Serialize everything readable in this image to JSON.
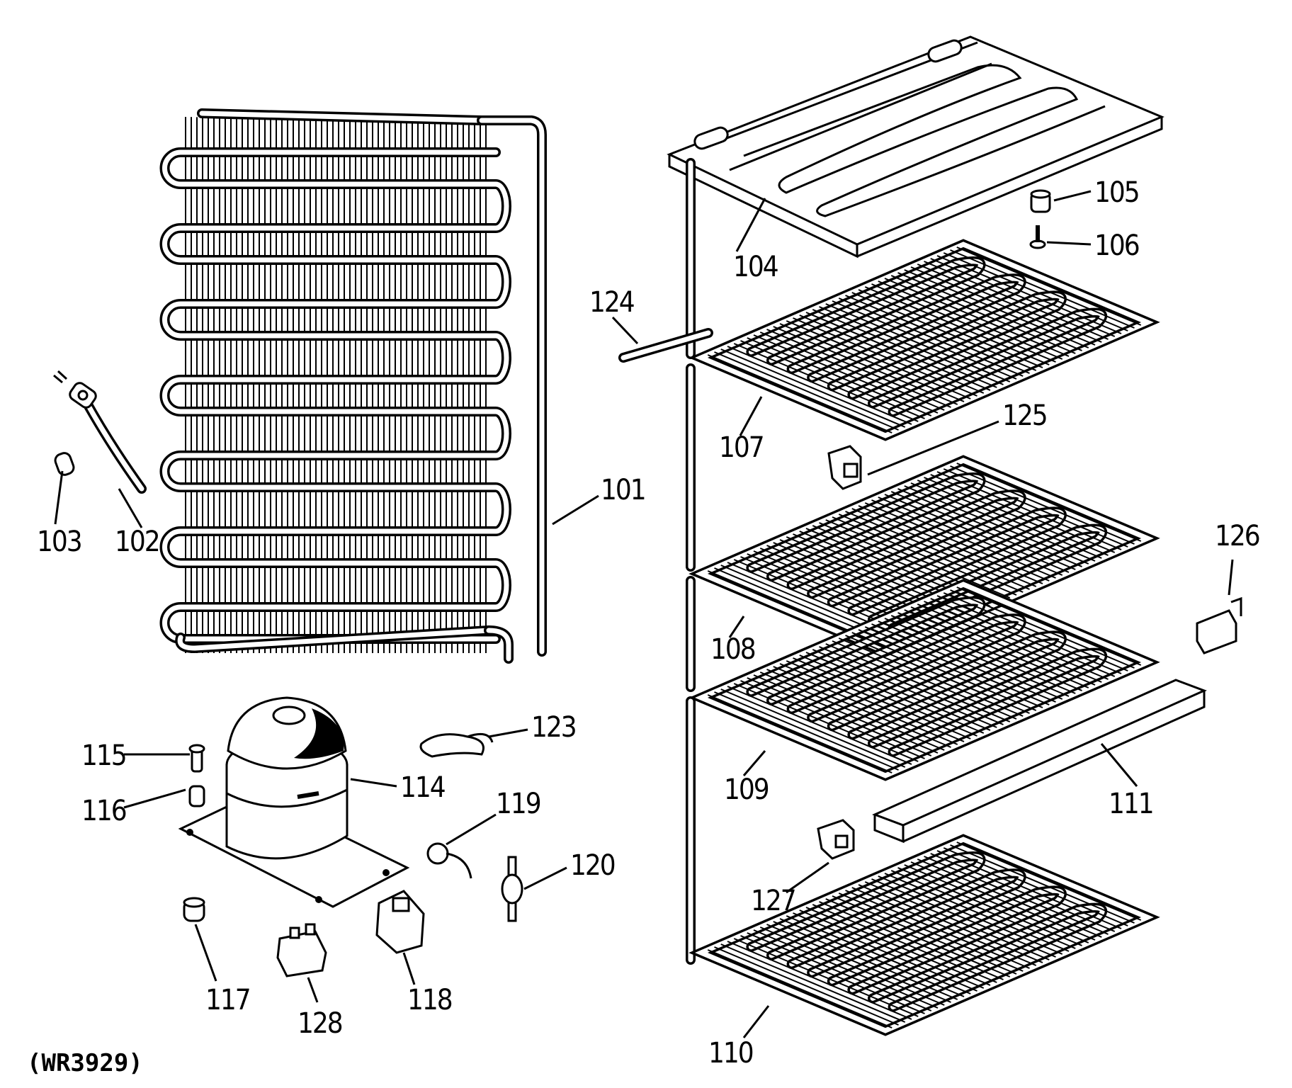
{
  "diagram_code": "(WR3929)",
  "callouts": [
    {
      "id": "101",
      "text": "101"
    },
    {
      "id": "102",
      "text": "102"
    },
    {
      "id": "103",
      "text": "103"
    },
    {
      "id": "104",
      "text": "104"
    },
    {
      "id": "105",
      "text": "105"
    },
    {
      "id": "106",
      "text": "106"
    },
    {
      "id": "107",
      "text": "107"
    },
    {
      "id": "108",
      "text": "108"
    },
    {
      "id": "109",
      "text": "109"
    },
    {
      "id": "110",
      "text": "110"
    },
    {
      "id": "111",
      "text": "111"
    },
    {
      "id": "114",
      "text": "114"
    },
    {
      "id": "115",
      "text": "115"
    },
    {
      "id": "116",
      "text": "116"
    },
    {
      "id": "117",
      "text": "117"
    },
    {
      "id": "118",
      "text": "118"
    },
    {
      "id": "119",
      "text": "119"
    },
    {
      "id": "120",
      "text": "120"
    },
    {
      "id": "123",
      "text": "123"
    },
    {
      "id": "124",
      "text": "124"
    },
    {
      "id": "125",
      "text": "125"
    },
    {
      "id": "126",
      "text": "126"
    },
    {
      "id": "127",
      "text": "127"
    },
    {
      "id": "128",
      "text": "128"
    }
  ]
}
